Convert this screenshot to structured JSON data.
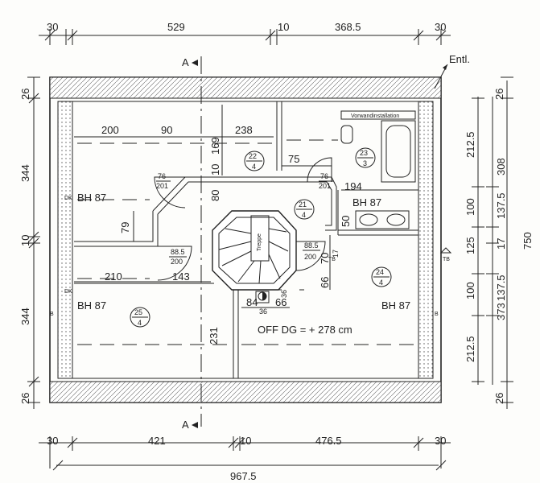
{
  "top_dims": {
    "a": "30",
    "b": "529",
    "c": "10",
    "d": "368.5",
    "e": "30"
  },
  "bottom_dims": {
    "a": "30",
    "b": "421",
    "c": "10",
    "d": "476.5",
    "e": "30",
    "total": "967.5"
  },
  "left_dims": {
    "a": "26",
    "b": "344",
    "c": "10",
    "d": "344",
    "e": "26"
  },
  "right_inner": {
    "a": "212.5",
    "b": "100",
    "c": "125",
    "d": "100",
    "e": "212.5"
  },
  "right_mid": {
    "a": "308",
    "b": "137.5",
    "c": "17",
    "d": "137.5",
    "e": "373"
  },
  "right_outer": {
    "a": "26",
    "b": "750",
    "c": "26"
  },
  "section_marker": "A",
  "side_marker": "B",
  "entl_label": "Entl.",
  "rooms": {
    "r22": {
      "num": "22",
      "sub": "4"
    },
    "r23": {
      "num": "23",
      "sub": "3"
    },
    "r21": {
      "num": "21",
      "sub": "4"
    },
    "r24": {
      "num": "24",
      "sub": "4"
    },
    "r25": {
      "num": "25",
      "sub": "4"
    }
  },
  "interior": {
    "d200": "200",
    "d90": "90",
    "d238": "238",
    "d169": "169",
    "d10": "10",
    "d80": "80",
    "d79": "79",
    "d75": "75",
    "d194": "194",
    "d50": "50",
    "d210": "210",
    "d143": "143",
    "d231": "231",
    "d84": "84",
    "d66": "66",
    "d36": "36",
    "d36b": "36",
    "d70": "70",
    "d66b": "66",
    "d17": "17"
  },
  "doors": {
    "a": {
      "w": "76",
      "h": "201"
    },
    "b": {
      "w": "76",
      "h": "201"
    },
    "c": {
      "w": "88.5",
      "h": "200"
    },
    "d": {
      "w": "88.5",
      "h": "200"
    }
  },
  "bh": {
    "a": "BH 87",
    "b": "BH 87",
    "c": "BH 87",
    "d": "BH 87"
  },
  "dk": {
    "a": "DK",
    "b": "DK"
  },
  "tb": {
    "a": "TB",
    "b": "TB"
  },
  "stair_label": "Treppe",
  "shaft_label": "Vorwandinstallation",
  "off_level": "OFF DG = + 278 cm"
}
